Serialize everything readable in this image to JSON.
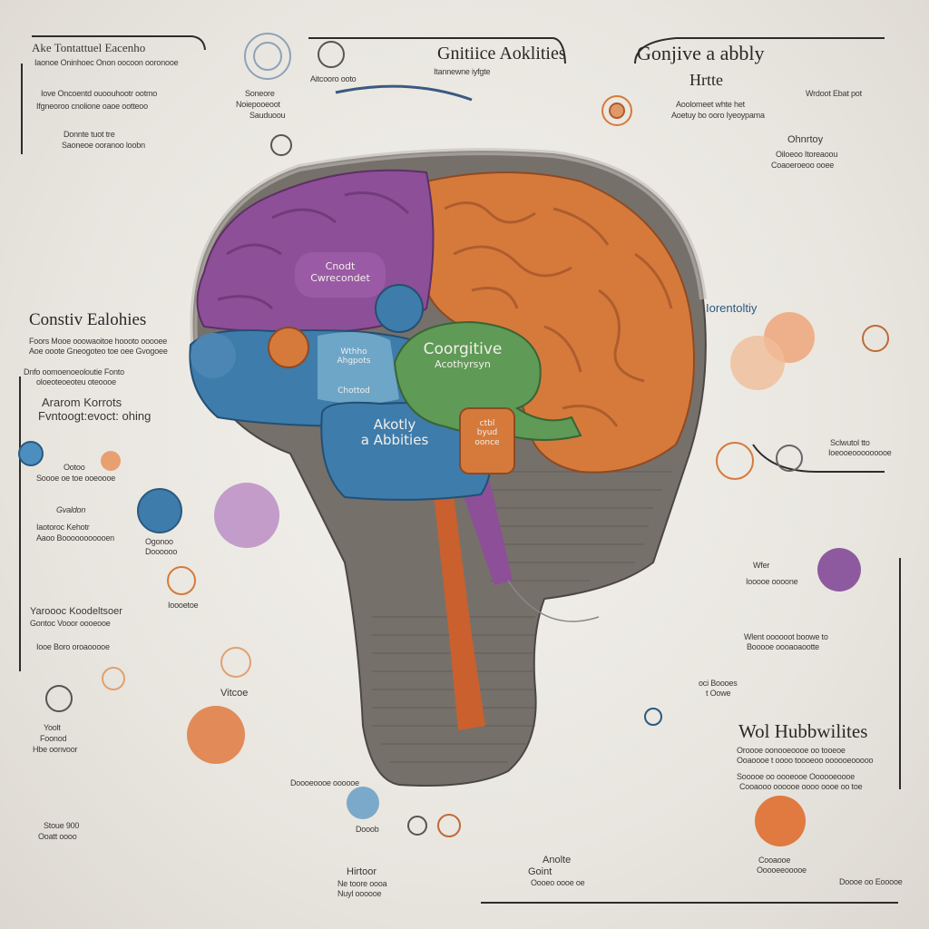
{
  "headings": {
    "top_left": "Ake Tontattuel Eacenho",
    "top_center": "Gnitiice Aoklities",
    "top_right": "Gonjive a abbly",
    "top_right_sub": "Hrtte",
    "left_mid": "Constiv Ealohies",
    "left_block": "Ararom Korrots",
    "left_block_sub": "Fvntoogt:evoct: ohing",
    "right_mid": "Iorentoltiy",
    "bottom_right": "Wol Hubbwilites"
  },
  "brain_labels": {
    "purple": [
      "Cnodt",
      "Cwrecondet"
    ],
    "green": [
      "Coorgitive",
      "Acothyrsyn"
    ],
    "blue_main": [
      "Akotly",
      "a Abbities"
    ],
    "blue_light": [
      "Wthho",
      "Ahgpots"
    ],
    "blue_small": "Chottod",
    "orange_box": [
      "ctbl",
      "byud",
      "oonce"
    ]
  },
  "notes": {
    "tl1": "Iaonoe Oninhoec Onon oocoon ooronooe",
    "tl2": "Iove Oncoentd ouoouhootr ootmo",
    "tl3": "Ifgneoroo cnolione oaoe ootteoo",
    "tl4": "Donnte tuot tre",
    "tl5": "Saoneoe ooranoo loobn",
    "tc1": "Itannewne iyfgte",
    "tc2": "Soneore",
    "tc3": "Noiepooeoot",
    "tc4": "Sauduoou",
    "tc5": "Aitcooro ooto",
    "tr1": "Aoolomeet whte het",
    "tr2": "Aoetuy bo ooro Iyeoypama",
    "tr3": "Wrdoot Ebat pot",
    "tr4": "Ohnrtoy",
    "tr5": "Oiloeoo Itoreaoou",
    "tr6": "Coaoeroeoo ooee",
    "l1": "Foors Mooe ooowaoitoe hoooto ooooee",
    "l2": "Aoe ooote Gneogoteo toe oee Gvogoee",
    "l3": "Dnfo oomoenoeoloutie Fonto",
    "l4": "oloeoteoeoteu oteoooe",
    "l5": "Ootoo",
    "l6": "Soooe oe toe ooeoooe",
    "l7": "Gvaldon",
    "l8": "Iaotoroc Kehotr",
    "l9": "Aaoo Booooooooooen",
    "l10": "Yaroooc Koodeltsoer",
    "l11": "Gontoc Vooor oooeooe",
    "l12": "Iooe Boro oroaooooe",
    "l13": "Yoolt",
    "l14": "Foonod",
    "l15": "Hbe oonvoor",
    "l16": "Stoue 900",
    "l17": "Ooatt oooo",
    "c1": "Ogonoo",
    "c2": "Doooooo",
    "c3": "Ioooetoe",
    "c4": "Vitcoe",
    "c5": "Hirtoor",
    "c6": "Ne toore oooa",
    "c7": "Nuyl oooooe",
    "c8": "Dooob",
    "c9": "Anolte",
    "c10": "Goint",
    "c11": "Oooeo oooe oe",
    "c12": "Doooeoooe oooooe",
    "r1": "Sclwutol tto",
    "r2": "Ioeooeooooooooe",
    "r3": "Wfer",
    "r4": "Iooooe oooone",
    "r5": "Wlent oooooot boowe to",
    "r6": "Booooe oooaoaootte",
    "r7": "oci Boooes",
    "r8": "t Oowe",
    "r9": "Oroooe oonooeoooe oo tooeoe",
    "r10": "Ooaoooe t oooo toooeoo oooooeooooo",
    "r11": "Sooooe oo oooeooe Oooooeoooe",
    "r12": "Cooaooo oooooe oooo oooe oo toe",
    "r13": "Cooaooe",
    "r14": "Ooooeeooooe",
    "r15": "Doooe oo Eooooe"
  },
  "colors": {
    "purple": "#8d4f98",
    "orange": "#d67a3c",
    "blue": "#3e7cab",
    "light_blue": "#6ea6c8",
    "green": "#5f9a57",
    "head": "#6a645f",
    "background": "#ebe8e2"
  }
}
